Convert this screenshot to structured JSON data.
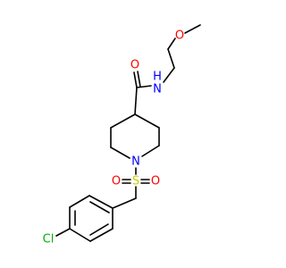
{
  "atoms": {
    "O_ether": {
      "text": "O",
      "color": "#ff0000"
    },
    "NH": {
      "text": "H",
      "color": "#0000ff"
    },
    "N_amide": {
      "text": "N",
      "color": "#0000ff"
    },
    "O_carbonyl": {
      "text": "O",
      "color": "#ff0000"
    },
    "N_ring": {
      "text": "N",
      "color": "#0000ff"
    },
    "S": {
      "text": "S",
      "color": "#cccc00"
    },
    "O_sulfonyl_left": {
      "text": "O",
      "color": "#ff0000"
    },
    "O_sulfonyl_right": {
      "text": "O",
      "color": "#ff0000"
    },
    "Cl": {
      "text": "Cl",
      "color": "#00b000"
    }
  }
}
